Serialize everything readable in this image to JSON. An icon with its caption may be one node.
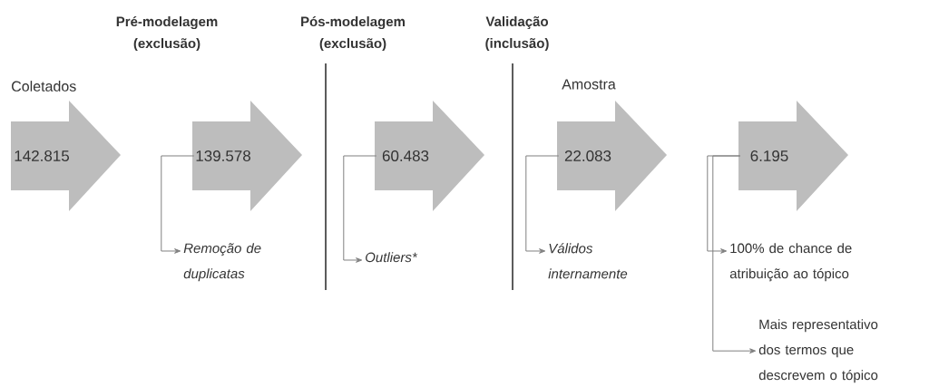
{
  "diagram": {
    "nodes": [
      {
        "text": [
          "142.815"
        ],
        "beside": [
          "Coletados"
        ]
      },
      {
        "text": [
          "139.578"
        ]
      },
      {
        "text": [
          "60.483"
        ]
      },
      {
        "text": [
          "22.083"
        ],
        "beside": [
          "Amostra"
        ]
      },
      {
        "text": [
          "6.195"
        ]
      },
      {
        "text": [
          "Remoção de duplicatas"
        ]
      },
      {
        "text": [
          "Outliers*"
        ]
      },
      {
        "text": [
          "Válidos internamente"
        ]
      },
      {
        "text": [
          "100% de chance de atribuição ao tópico"
        ]
      },
      {
        "text": [
          "Mais representativo dos termos que descrevem o tópico"
        ]
      }
    ],
    "edges": [
      {
        "from": 1,
        "to": 5,
        "arrow": "to"
      },
      {
        "from": 2,
        "to": 6,
        "arrow": "to"
      },
      {
        "from": 3,
        "to": 7,
        "arrow": "to"
      },
      {
        "from": 4,
        "to": 8,
        "arrow": "to"
      },
      {
        "from": 4,
        "to": 9,
        "arrow": "to"
      }
    ],
    "labels": [
      "Pré-modelagem (exclusão)",
      "Pós-modelagem (exclusão)",
      "Validação (inclusão)"
    ]
  }
}
